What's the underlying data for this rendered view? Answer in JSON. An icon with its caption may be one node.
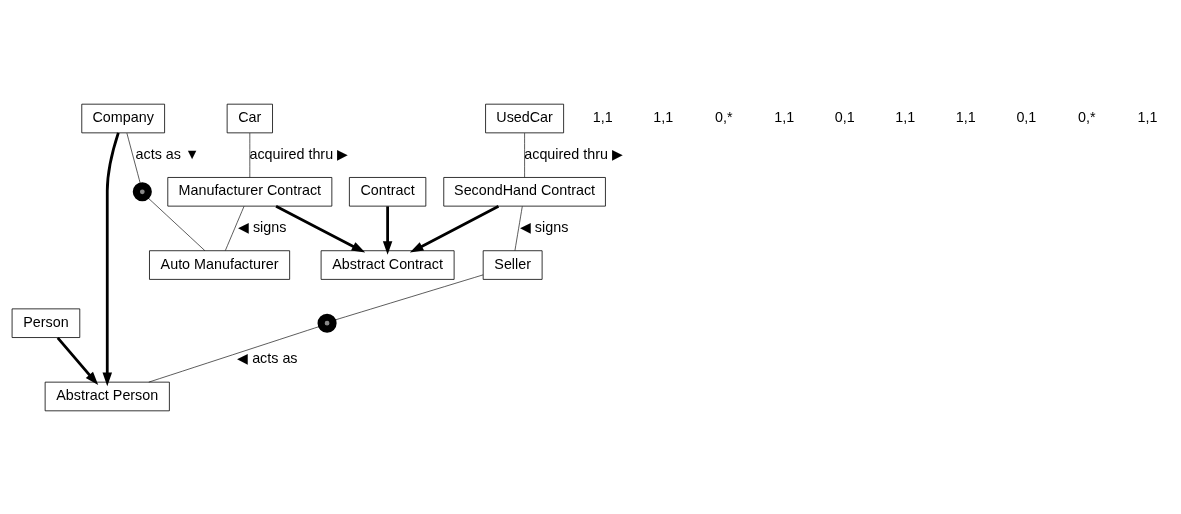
{
  "diagram": {
    "nodes": [
      {
        "text": [
          "SecondHand Contract"
        ]
      },
      {
        "text": [
          "Seller"
        ]
      },
      {
        "text": [
          "Abstract Person"
        ]
      },
      {
        "text": [
          "UsedCar"
        ]
      },
      {
        "text": [
          "Contract"
        ]
      },
      {
        "text": [
          "Abstract Contract"
        ]
      },
      {
        "text": [
          "Person"
        ]
      },
      {
        "text": [
          "Company"
        ]
      },
      {
        "text": [
          "Car"
        ]
      },
      {
        "text": [
          "Manufacturer Contract"
        ]
      },
      {
        "text": [
          "Auto Manufacturer"
        ]
      },
      {
        "text": [],
        "shape": "circle"
      },
      {
        "text": [],
        "shape": "circle"
      }
    ],
    "edges": [
      {
        "from": 3,
        "to": 0,
        "arrow": "none",
        "label": "acquired thru ▶"
      },
      {
        "from": 0,
        "to": 1,
        "arrow": "none",
        "label": "◀ signs"
      },
      {
        "from": 1,
        "to": 11,
        "arrow": "none"
      },
      {
        "from": 11,
        "to": 2,
        "arrow": "none",
        "label": "◀ acts as"
      },
      {
        "from": 0,
        "to": 5,
        "arrow": "to",
        "style": "thick"
      },
      {
        "from": 4,
        "to": 5,
        "arrow": "to",
        "style": "thick"
      },
      {
        "from": 9,
        "to": 5,
        "arrow": "to",
        "style": "thick"
      },
      {
        "from": 6,
        "to": 2,
        "arrow": "to",
        "style": "thick"
      },
      {
        "from": 7,
        "to": 2,
        "arrow": "to",
        "style": "thick"
      },
      {
        "from": 8,
        "to": 9,
        "arrow": "none",
        "label": "acquired thru ▶"
      },
      {
        "from": 7,
        "to": 12,
        "arrow": "none",
        "label": "acts as ▼"
      },
      {
        "from": 12,
        "to": 10,
        "arrow": "none"
      },
      {
        "from": 9,
        "to": 10,
        "arrow": "none",
        "label": "◀ signs"
      }
    ],
    "labels": [
      "1,1",
      "1,1",
      "0,*",
      "1,1",
      "0,1",
      "1,1",
      "1,1",
      "0,1",
      "0,*",
      "1,1"
    ]
  }
}
